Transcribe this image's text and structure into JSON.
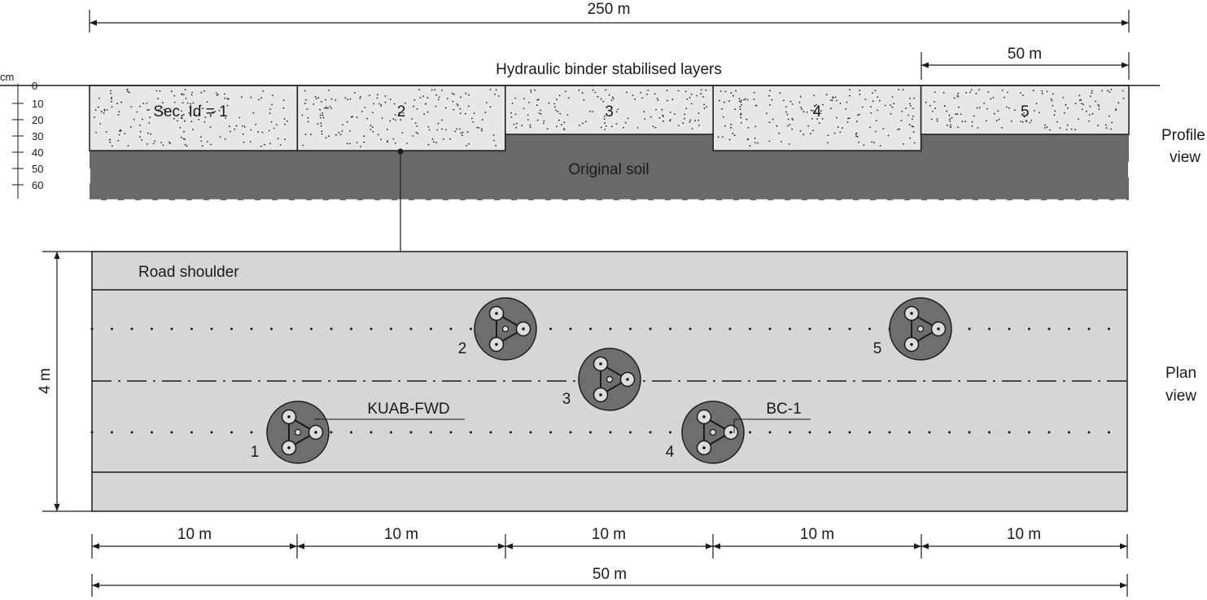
{
  "profile": {
    "total_length_label": "250 m",
    "layer_label": "Hydraulic binder stabilised layers",
    "section_length_label": "50 m",
    "soil_label": "Original soil",
    "depth_scale": {
      "unit": "cm",
      "ticks": [
        "0",
        "10",
        "20",
        "30",
        "40",
        "50",
        "60"
      ]
    },
    "sections": [
      {
        "label": "Sec. Id = 1",
        "thickness_cm": 40
      },
      {
        "label": "2",
        "thickness_cm": 40
      },
      {
        "label": "3",
        "thickness_cm": 30
      },
      {
        "label": "4",
        "thickness_cm": 40
      },
      {
        "label": "5",
        "thickness_cm": 30
      }
    ],
    "view_label_line1": "Profile",
    "view_label_line2": "view"
  },
  "plan": {
    "shoulder_label": "Road shoulder",
    "width_label": "4 m",
    "view_label_line1": "Plan",
    "view_label_line2": "view",
    "device_label_fwd": "KUAB-FWD",
    "device_label_bc": "BC-1",
    "test_points": [
      {
        "label": "1",
        "lane": "lower"
      },
      {
        "label": "2",
        "lane": "upper"
      },
      {
        "label": "3",
        "lane": "center"
      },
      {
        "label": "4",
        "lane": "lower"
      },
      {
        "label": "5",
        "lane": "upper"
      }
    ],
    "segment_labels": [
      "10 m",
      "10 m",
      "10 m",
      "10 m",
      "10 m"
    ],
    "total_length_label": "50 m"
  }
}
